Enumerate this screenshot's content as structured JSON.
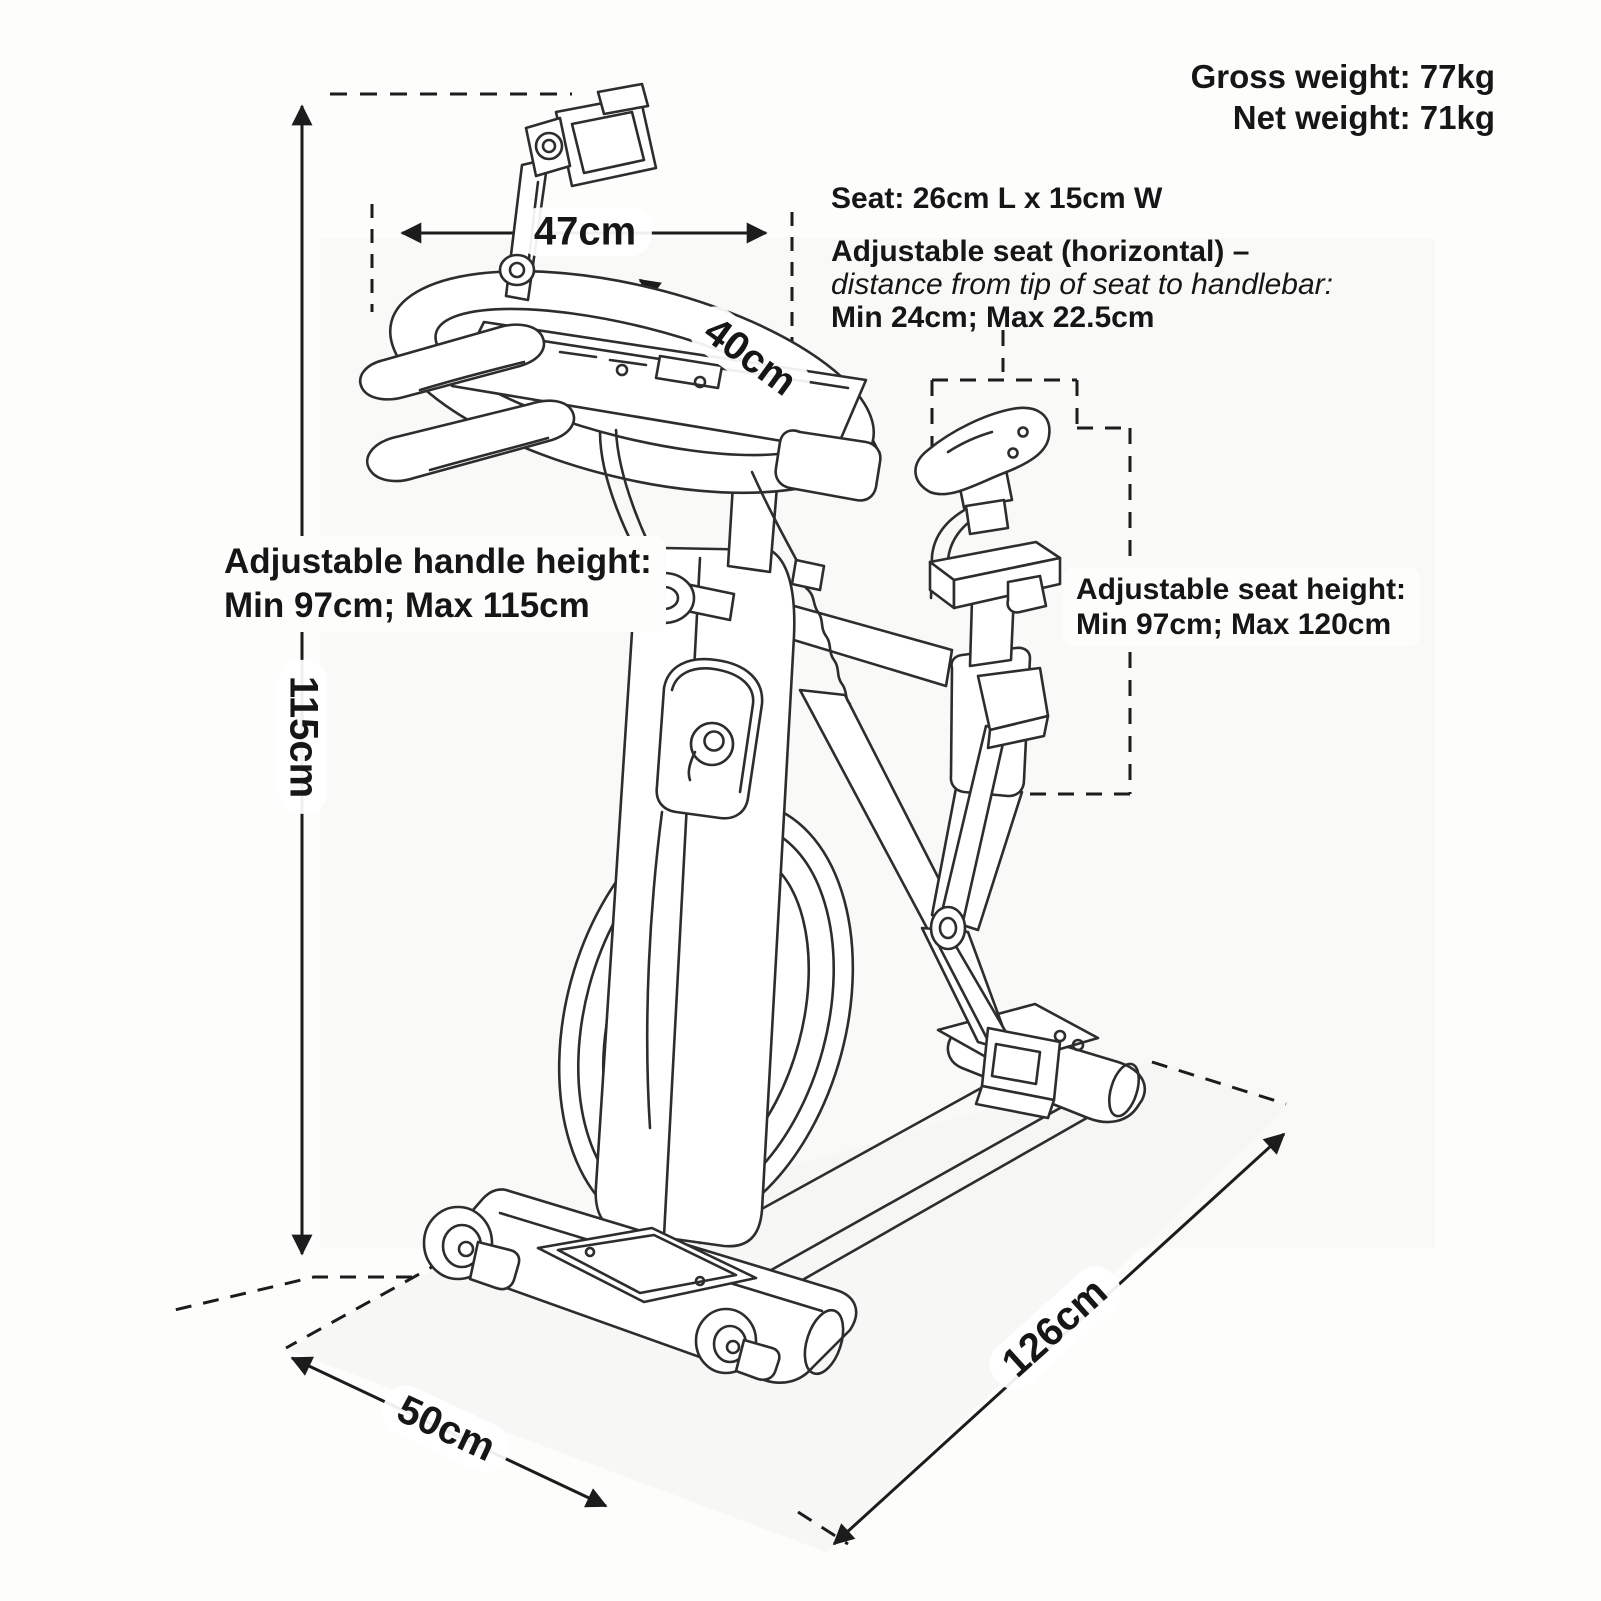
{
  "colors": {
    "ink": "#161616",
    "line_art": "#2d2d2d",
    "background": "#fdfdfc",
    "shading": "#f4f4f2"
  },
  "weights": {
    "gross": "Gross weight: 77kg",
    "net": "Net weight: 71kg"
  },
  "seat_note": {
    "size": "Seat: 26cm L x 15cm W",
    "horizontal_heading": "Adjustable seat (horizontal) –",
    "horizontal_detail": "distance from tip of seat to handlebar:",
    "horizontal_range": "Min 24cm; Max 22.5cm"
  },
  "handle_note": {
    "heading": "Adjustable handle height:",
    "range": "Min 97cm; Max 115cm"
  },
  "seat_height_note": {
    "heading": "Adjustable seat height:",
    "range": "Min 97cm; Max 120cm"
  },
  "dimensions": {
    "handlebar_width": "47cm",
    "handlebar_grip_depth": "40cm",
    "overall_height": "115cm",
    "overall_length": "126cm",
    "overall_width": "50cm"
  }
}
